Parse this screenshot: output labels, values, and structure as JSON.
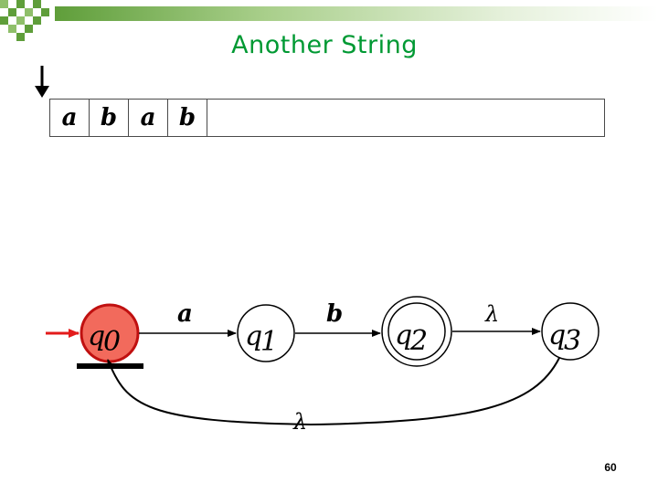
{
  "slide": {
    "title": "Another String",
    "page_number": "60"
  },
  "tape": {
    "cells": [
      "a",
      "b",
      "a",
      "b"
    ]
  },
  "automaton": {
    "states": [
      {
        "name": "q0",
        "base": "q",
        "sub": "0",
        "initial": true,
        "accepting": false,
        "current": true
      },
      {
        "name": "q1",
        "base": "q",
        "sub": "1",
        "initial": false,
        "accepting": false,
        "current": false
      },
      {
        "name": "q2",
        "base": "q",
        "sub": "2",
        "initial": false,
        "accepting": true,
        "current": false
      },
      {
        "name": "q3",
        "base": "q",
        "sub": "3",
        "initial": false,
        "accepting": false,
        "current": false
      }
    ],
    "transitions": [
      {
        "from": "q0",
        "to": "q1",
        "label": "a"
      },
      {
        "from": "q1",
        "to": "q2",
        "label": "b"
      },
      {
        "from": "q2",
        "to": "q3",
        "label": "λ"
      },
      {
        "from": "q3",
        "to": "q0",
        "label": "λ"
      }
    ]
  },
  "colors": {
    "current_state_fill": "#f26a5c",
    "current_state_stroke": "#c01010",
    "start_arrow": "#e31b1b",
    "title_text": "#009933",
    "deco_green": "#5f9e3a"
  }
}
